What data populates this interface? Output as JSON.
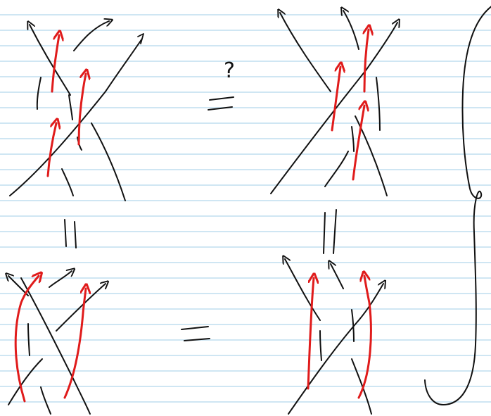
{
  "canvas": {
    "ruled_line_color": "#cfe6f3",
    "background_color": "#ffffff"
  },
  "ink": {
    "black": "#111111",
    "red": "#e01b1b"
  },
  "annotations": {
    "question_mark": "?",
    "equals_top_with_question": "=",
    "equals_bottom": "=",
    "equals_left_vertical": "||",
    "equals_right_vertical": "||"
  },
  "panels": [
    {
      "id": "top-left-braid",
      "strands_black": 3,
      "arrows_red": 3
    },
    {
      "id": "top-right-braid",
      "strands_black": 3,
      "arrows_red": 3
    },
    {
      "id": "bottom-left-braid",
      "strands_black": 3,
      "arrows_red": 2
    },
    {
      "id": "bottom-right-braid",
      "strands_black": 3,
      "arrows_red": 2
    }
  ],
  "right_bracket": {
    "shape": "large-curly-bracket"
  }
}
